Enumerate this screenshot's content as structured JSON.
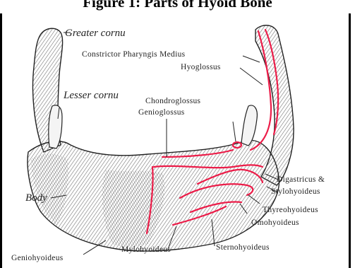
{
  "figure": {
    "title": "Figure 1: Parts of Hyoid Bone"
  },
  "labels": {
    "greater_cornu": "Greater cornu",
    "lesser_cornu": "Lesser cornu",
    "body": "Body",
    "constrictor": "Constrictor Pharyngis Medius",
    "hyoglossus": "Hyoglossus",
    "chondroglossus": "Chondroglossus",
    "genioglossus": "Genioglossus",
    "digastricus": "Digastricus &",
    "stylohyoideus": "Stylohyoideus",
    "thyreohyoideus": "Thyreohyoideus",
    "omohyoideus": "Omohyoideus",
    "sternohyoideus": "Sternohyoideus",
    "mylohyoideus": "Mylohyoideus",
    "geniohyoideus": "Geniohyoideus"
  },
  "colors": {
    "attachment_lines": "#ec1d49",
    "bone_shading": "#555555"
  }
}
